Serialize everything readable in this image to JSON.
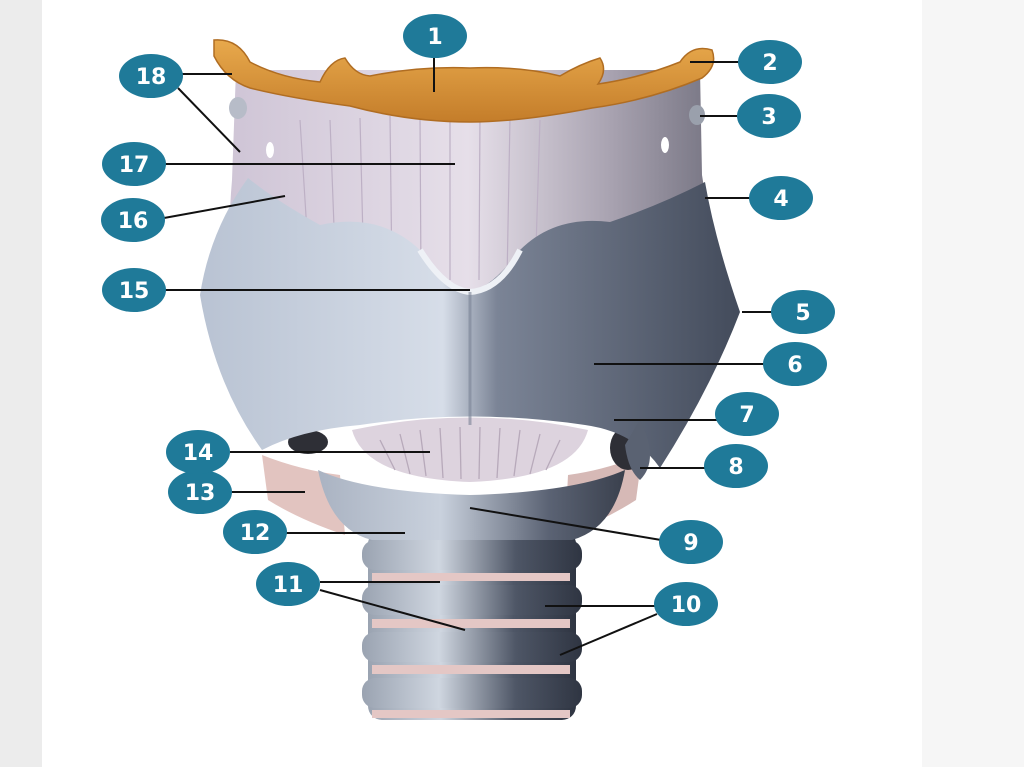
{
  "colors": {
    "badge": "#1f7a99",
    "leader": "#111111",
    "epiglottis": "#d4913a",
    "membrane": "#d9d2e0",
    "cartilage_light": "#c9d2df",
    "cartilage_shadow": "#4a5262",
    "ring_ligament": "#e6c9c9"
  },
  "labels": [
    {
      "id": 1,
      "text": "1"
    },
    {
      "id": 2,
      "text": "2"
    },
    {
      "id": 3,
      "text": "3"
    },
    {
      "id": 4,
      "text": "4"
    },
    {
      "id": 5,
      "text": "5"
    },
    {
      "id": 6,
      "text": "6"
    },
    {
      "id": 7,
      "text": "7"
    },
    {
      "id": 8,
      "text": "8"
    },
    {
      "id": 9,
      "text": "9"
    },
    {
      "id": 10,
      "text": "10"
    },
    {
      "id": 11,
      "text": "11"
    },
    {
      "id": 12,
      "text": "12"
    },
    {
      "id": 13,
      "text": "13"
    },
    {
      "id": 14,
      "text": "14"
    },
    {
      "id": 15,
      "text": "15"
    },
    {
      "id": 16,
      "text": "16"
    },
    {
      "id": 17,
      "text": "17"
    },
    {
      "id": 18,
      "text": "18"
    }
  ]
}
